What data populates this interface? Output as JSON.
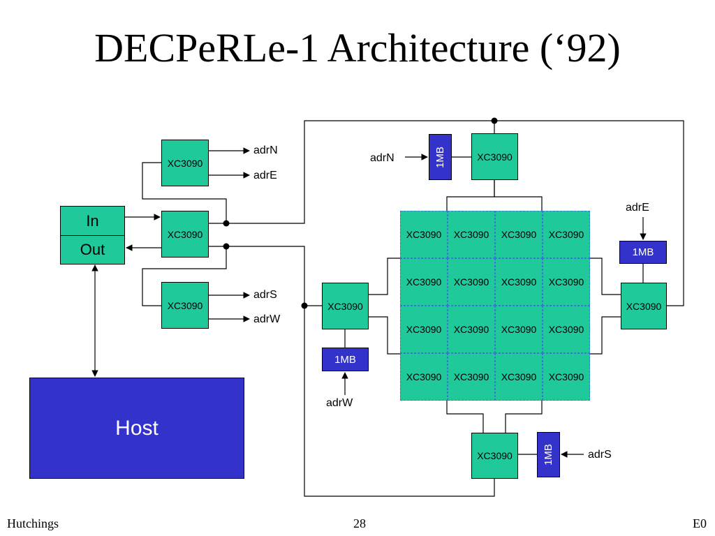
{
  "slide": {
    "title": "DECPeRLe-1 Architecture (‘92)",
    "footer_left": "Hutchings",
    "footer_center": "28",
    "footer_right": "E0"
  },
  "diagram": {
    "chip_label": "XC3090",
    "memory_label": "1MB",
    "io_in": "In",
    "io_out": "Out",
    "host_label": "Host",
    "addr_labels": {
      "n": "adrN",
      "e": "adrE",
      "s": "adrS",
      "w": "adrW"
    },
    "grid": [
      [
        "XC3090",
        "XC3090",
        "XC3090",
        "XC3090"
      ],
      [
        "XC3090",
        "XC3090",
        "XC3090",
        "XC3090"
      ],
      [
        "XC3090",
        "XC3090",
        "XC3090",
        "XC3090"
      ],
      [
        "XC3090",
        "XC3090",
        "XC3090",
        "XC3090"
      ]
    ]
  },
  "colors": {
    "chip": "#1fc99a",
    "memory": "#3333cc",
    "grid_border": "#3a76d6"
  }
}
